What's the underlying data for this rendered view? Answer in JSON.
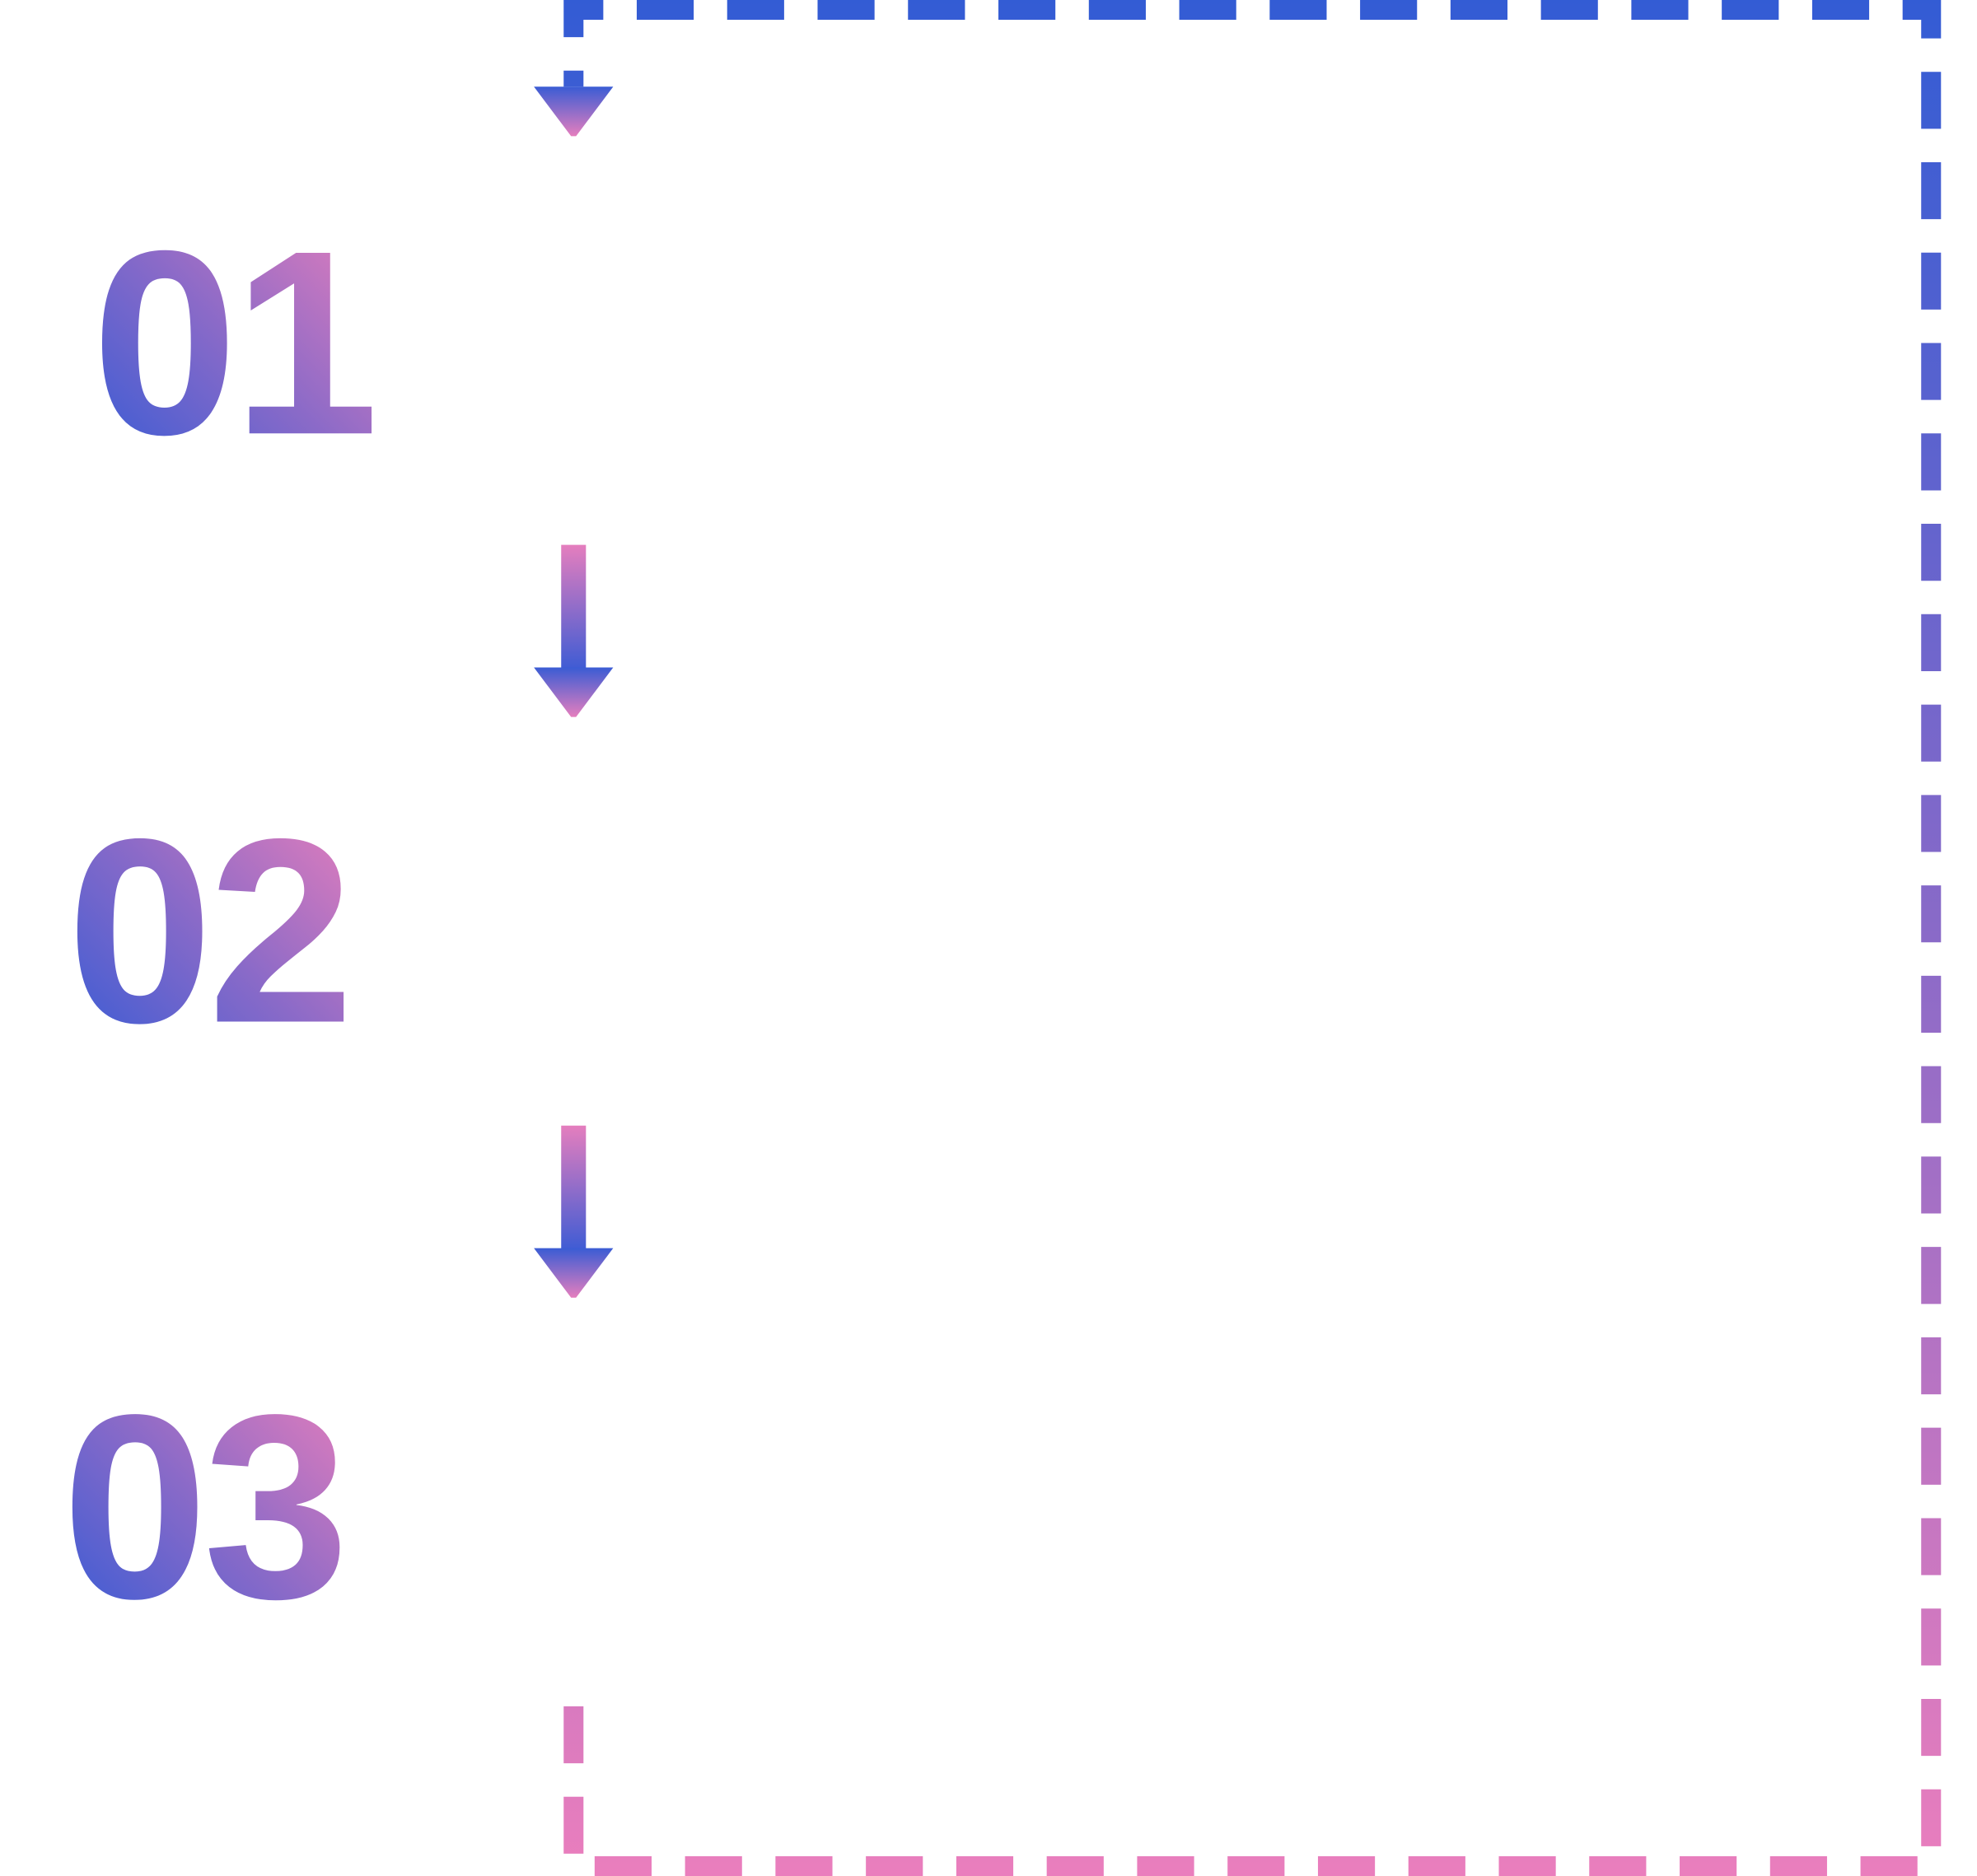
{
  "steps": [
    {
      "label": "01"
    },
    {
      "label": "02"
    },
    {
      "label": "03"
    }
  ],
  "colors": {
    "blue": "#335CD4",
    "purple": "#8A6AC8",
    "pink": "#EA7EBD"
  },
  "icons": [
    "arrow-down-icon",
    "loop-back-path"
  ]
}
